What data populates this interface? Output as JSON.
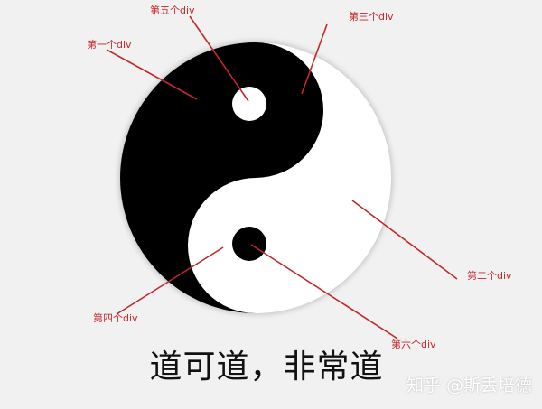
{
  "labels": {
    "first_div": "第一个div",
    "second_div": "第二个div",
    "third_div": "第三个div",
    "fourth_div": "第四个div",
    "fifth_div": "第五个div",
    "sixth_div": "第六个div"
  },
  "caption": "道可道，非常道",
  "watermark": "知乎 @斯丢培德",
  "colors": {
    "background": "#f1f1f1",
    "yin": "#000000",
    "yang": "#ffffff",
    "annotation": "#c3272b",
    "caption": "#111111"
  }
}
